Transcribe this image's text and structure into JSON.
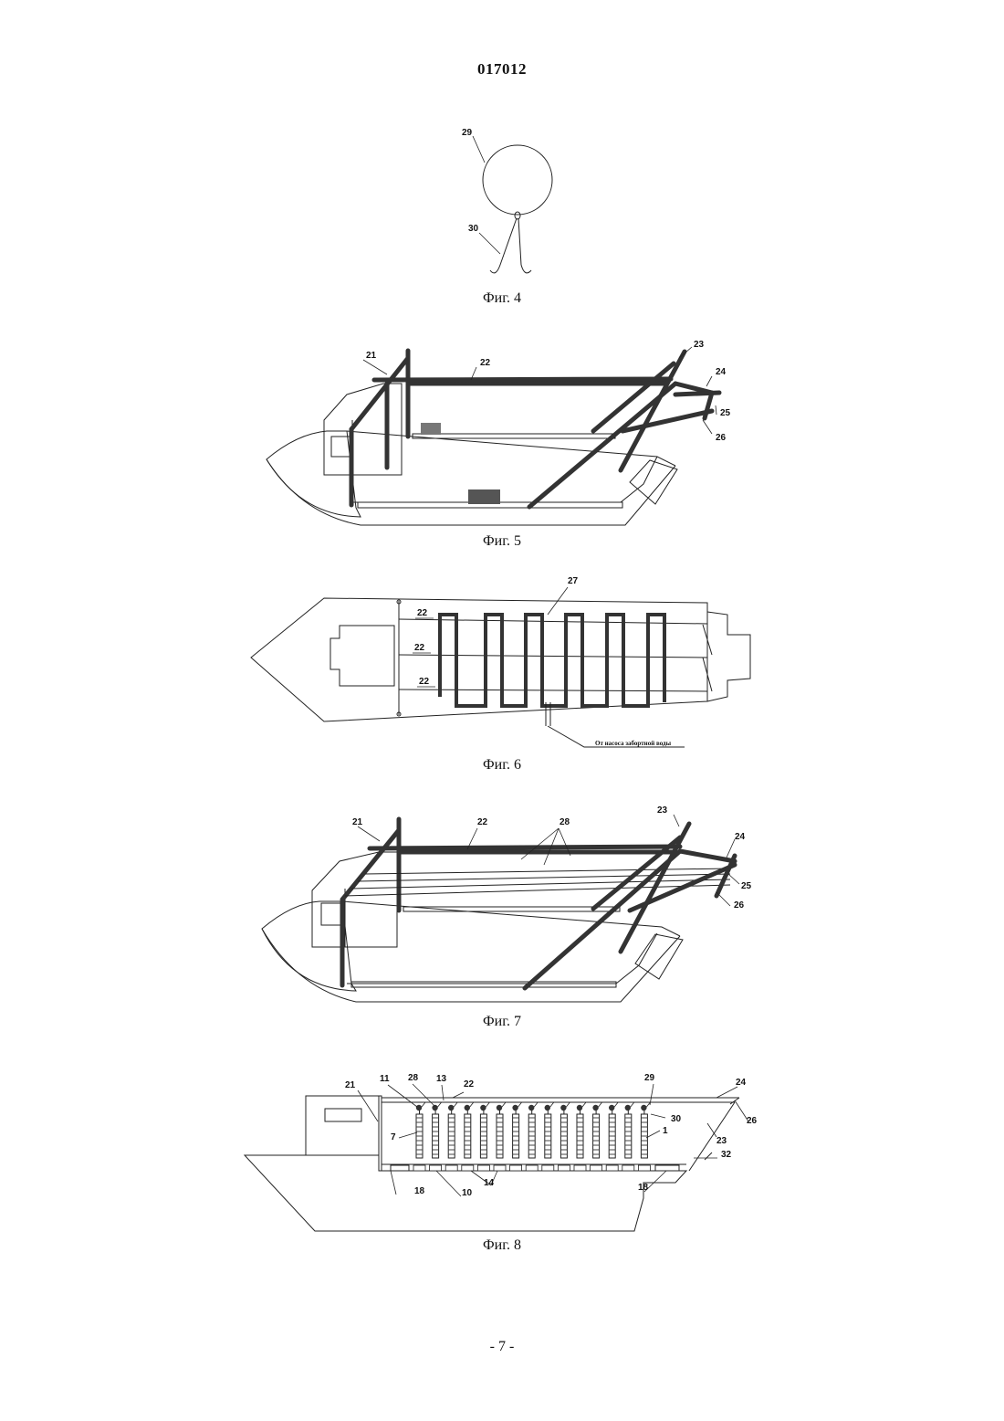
{
  "document": {
    "number": "017012",
    "page_number": "- 7 -"
  },
  "figures": [
    {
      "caption": "Фиг. 4",
      "labels": [
        "29",
        "30"
      ]
    },
    {
      "caption": "Фиг. 5",
      "labels": [
        "21",
        "22",
        "23",
        "24",
        "25",
        "26"
      ]
    },
    {
      "caption": "Фиг. 6",
      "labels": [
        "27",
        "22",
        "22",
        "22"
      ],
      "note": "От насоса забортной воды"
    },
    {
      "caption": "Фиг. 7",
      "labels": [
        "21",
        "22",
        "28",
        "23",
        "24",
        "25",
        "26"
      ]
    },
    {
      "caption": "Фиг. 8",
      "labels": [
        "13",
        "11",
        "28",
        "22",
        "21",
        "7",
        "29",
        "24",
        "26",
        "30",
        "23",
        "1",
        "32",
        "18",
        "10",
        "14",
        "18"
      ]
    }
  ]
}
